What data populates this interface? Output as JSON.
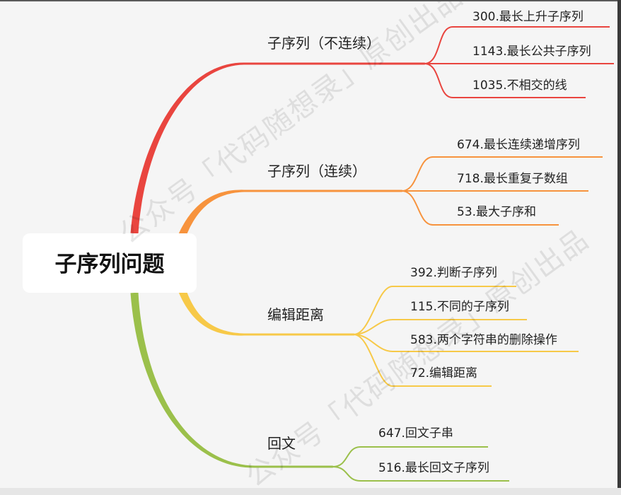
{
  "title": "子序列问题",
  "watermark": "公众号「代码随想录」原创出品",
  "branches": [
    {
      "label": "子序列（不连续）",
      "color": "#e9453f",
      "leaves": [
        "300.最长上升子序列",
        "1143.最长公共子序列",
        "1035.不相交的线"
      ]
    },
    {
      "label": "子序列（连续）",
      "color": "#f7933d",
      "leaves": [
        "674.最长连续递增序列",
        "718.最长重复子数组",
        "53.最大子序和"
      ]
    },
    {
      "label": "编辑距离",
      "color": "#f7c948",
      "leaves": [
        "392.判断子序列",
        "115.不同的子序列",
        "583.两个字符串的删除操作",
        "72.编辑距离"
      ]
    },
    {
      "label": "回文",
      "color": "#9bc04b",
      "leaves": [
        "647.回文子串",
        "516.最长回文子序列"
      ]
    }
  ]
}
